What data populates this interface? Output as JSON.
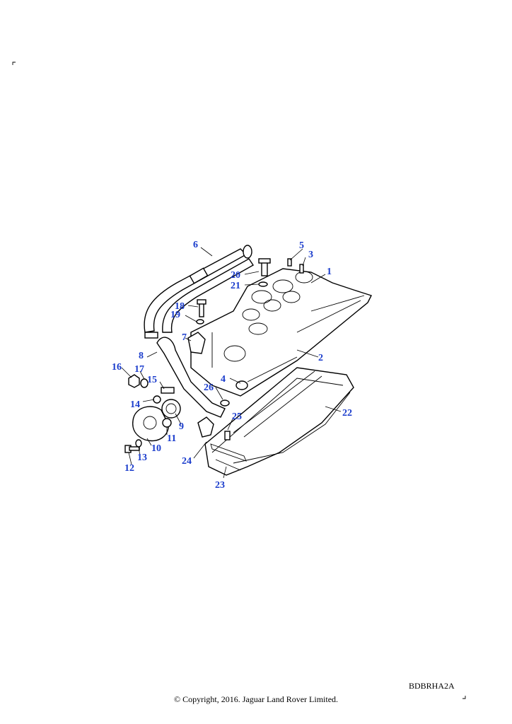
{
  "diagram": {
    "reference_code": "BDBRHA2A",
    "copyright": "© Copyright, 2016. Jaguar Land Rover Limited.",
    "label_color": "#1a3ccc",
    "callouts": [
      "1",
      "2",
      "3",
      "4",
      "5",
      "6",
      "7",
      "8",
      "9",
      "10",
      "11",
      "12",
      "13",
      "14",
      "15",
      "16",
      "17",
      "18",
      "19",
      "20",
      "21",
      "22",
      "23",
      "24",
      "25",
      "26"
    ]
  }
}
